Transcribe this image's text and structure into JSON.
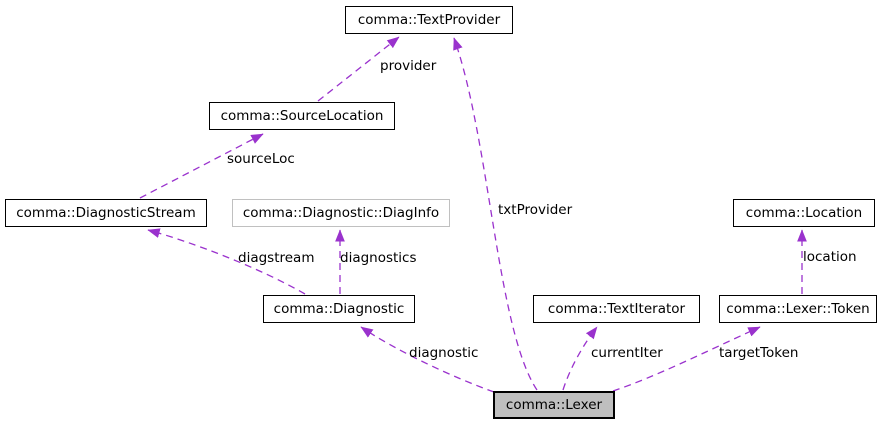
{
  "diagram": {
    "type": "collaboration-graph",
    "nodes": [
      {
        "id": "textprovider",
        "label": "comma::TextProvider",
        "style": "class"
      },
      {
        "id": "sourcelocation",
        "label": "comma::SourceLocation",
        "style": "class"
      },
      {
        "id": "diagnosticstream",
        "label": "comma::DiagnosticStream",
        "style": "class"
      },
      {
        "id": "diaginfo",
        "label": "comma::Diagnostic::DiagInfo",
        "style": "internal"
      },
      {
        "id": "location",
        "label": "comma::Location",
        "style": "class"
      },
      {
        "id": "diagnostic",
        "label": "comma::Diagnostic",
        "style": "class"
      },
      {
        "id": "textiterator",
        "label": "comma::TextIterator",
        "style": "class"
      },
      {
        "id": "lexertoken",
        "label": "comma::Lexer::Token",
        "style": "class"
      },
      {
        "id": "lexer",
        "label": "comma::Lexer",
        "style": "current"
      }
    ],
    "edges": [
      {
        "label": "provider",
        "from": "comma::SourceLocation",
        "to": "comma::TextProvider"
      },
      {
        "label": "sourceLoc",
        "from": "comma::DiagnosticStream",
        "to": "comma::SourceLocation"
      },
      {
        "label": "txtProvider",
        "from": "comma::Lexer",
        "to": "comma::TextProvider"
      },
      {
        "label": "diagstream",
        "from": "comma::Diagnostic",
        "to": "comma::DiagnosticStream"
      },
      {
        "label": "diagnostics",
        "from": "comma::Diagnostic",
        "to": "comma::Diagnostic::DiagInfo"
      },
      {
        "label": "location",
        "from": "comma::Lexer::Token",
        "to": "comma::Location"
      },
      {
        "label": "diagnostic",
        "from": "comma::Lexer",
        "to": "comma::Diagnostic"
      },
      {
        "label": "currentIter",
        "from": "comma::Lexer",
        "to": "comma::TextIterator"
      },
      {
        "label": "targetToken",
        "from": "comma::Lexer",
        "to": "comma::Lexer::Token"
      }
    ],
    "colors": {
      "edge": "#9a32cd",
      "node_border": "#000000",
      "internal_node_border": "#c0c0c0",
      "current_node_fill": "#bfbfbf",
      "background": "#ffffff"
    }
  }
}
